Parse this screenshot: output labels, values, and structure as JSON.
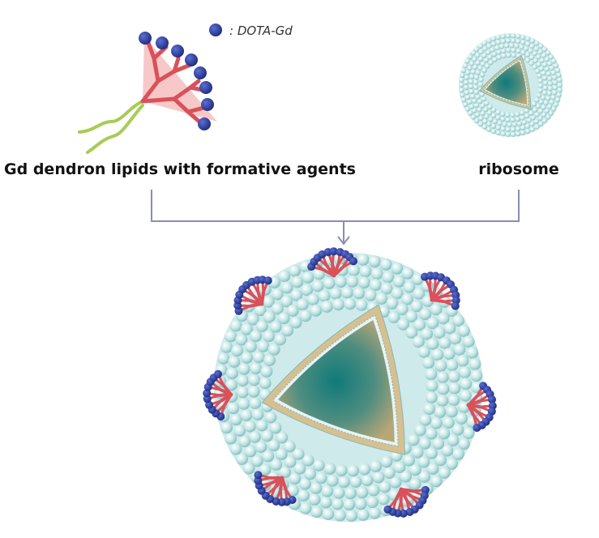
{
  "legend": {
    "marker_meaning": ": DOTA-Gd",
    "marker_color": "#2e3f9e"
  },
  "components": {
    "dendron_label": "Gd dendron lipids with formative agents",
    "ribosome_label": "ribosome"
  },
  "colors": {
    "dendron_branch": "#d9515a",
    "dendron_shade": "#f4b6b6",
    "lipid_tail": "#a7cc54",
    "membrane_bead": "#bfe3e3",
    "membrane_bead_edge": "#7fbaba",
    "bilayer_tail": "#d8bf90",
    "core_center": "#0f7a7a",
    "core_edge": "#b7a778",
    "connector": "#8c8cb4"
  }
}
